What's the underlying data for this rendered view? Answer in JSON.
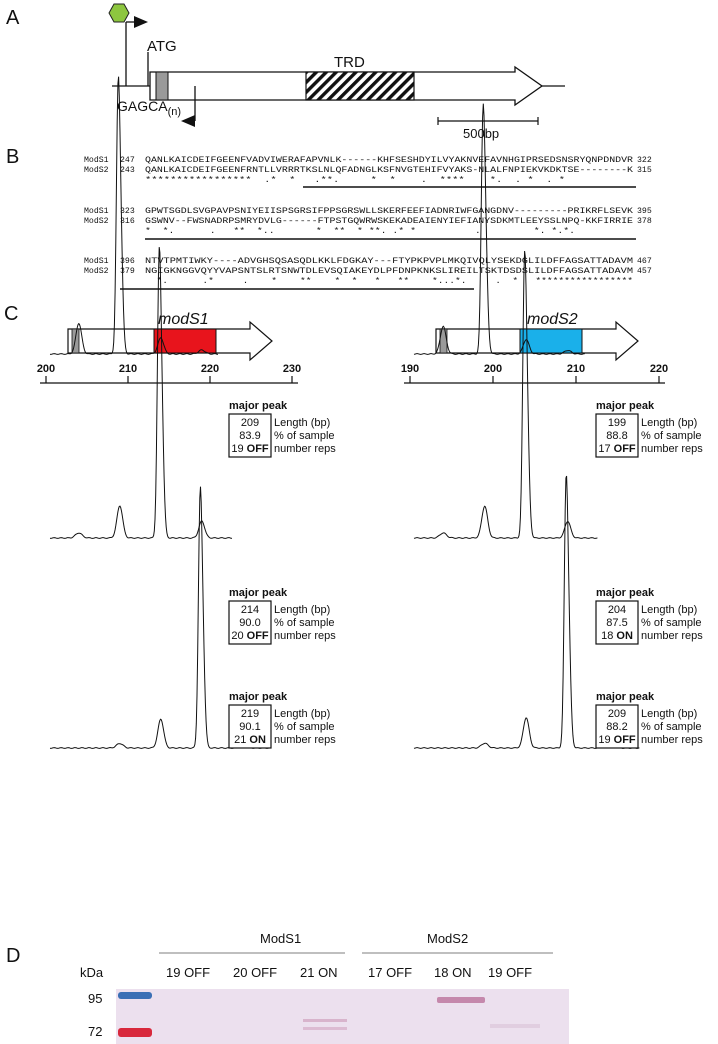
{
  "panels": {
    "A": "A",
    "B": "B",
    "C": "C",
    "D": "D"
  },
  "panelA": {
    "atg": "ATG",
    "gagca": "GAGCA",
    "gagca_sub": "(n)",
    "trd": "TRD",
    "scale": "500bp"
  },
  "panelB": {
    "blocks": [
      {
        "mods1": {
          "name": "ModS1",
          "start": "247",
          "seq": "QANLKAICDEIFGEENFVADVIWERAFAPVNLK------KHFSESHDYILVYAKNVEFAVNHGIPRSEDSNSRYQNPDNDVR",
          "end": "322"
        },
        "mods2": {
          "name": "ModS2",
          "start": "243",
          "seq": "QANLKAICDEIFGEENFRNTLLVRRRTKSLNLQFADNGLKSFNVGTEHIFVYAKS-NLALFNPIEKVKDKTSE--------K",
          "end": "315"
        },
        "cons": "*****************  .*  *   .**.     *  *    .  ****    *.  . *  . *"
      },
      {
        "mods1": {
          "name": "ModS1",
          "start": "323",
          "seq": "GPWTSGDLSVGPAVPSNIYEIISPSGRSIFPPSGRSWLLSKERFEEFIADNRIWFGANGDNV---------PRIKRFLSEVK",
          "end": "395"
        },
        "mods2": {
          "name": "ModS2",
          "start": "316",
          "seq": "GSWNV--FWSNADRPSMRYDVLG------FTPSTGQWRWSKEKADEAIENYIEFIANYSDKMTLEEYSSLNPQ-KKFIRRIE",
          "end": "378"
        },
        "cons": "*  *.      .   **  *..       *  **  * **. .* *          .         *. *.*."
      },
      {
        "mods1": {
          "name": "ModS1",
          "start": "396",
          "seq": "NTVTPMTIWKY----ADVGHSQSASQDLKKLFDGKAY---FTYPKPVPLMKQIVQLYSEKDGLILDFFAGSATTADAVM",
          "end": "467"
        },
        "mods2": {
          "name": "ModS2",
          "start": "379",
          "seq": "NGIGKNGGVQYYVAPSNTSLRTSNWTDLEVSQIAKEYDLPFDNPKNKSLIREILTSKTDSDSLILDFFAGSATTADAVM",
          "end": "457"
        },
        "cons": "  *.      .*     .    *    **    *  *   *   **    *...*.     .  *   *****************"
      }
    ]
  },
  "panelC": {
    "left": {
      "gene": "modS1",
      "axis": {
        "min": 200,
        "max": 230,
        "ticks": [
          "200",
          "210",
          "220",
          "230"
        ]
      },
      "traces": [
        {
          "title": "major peak",
          "length": "209",
          "percent": "83.9",
          "reps": "19",
          "state": "OFF"
        },
        {
          "title": "major peak",
          "length": "214",
          "percent": "90.0",
          "reps": "20",
          "state": "OFF"
        },
        {
          "title": "major peak",
          "length": "219",
          "percent": "90.1",
          "reps": "21",
          "state": "ON"
        }
      ]
    },
    "right": {
      "gene": "modS2",
      "axis": {
        "min": 190,
        "max": 220,
        "ticks": [
          "190",
          "200",
          "210",
          "220"
        ]
      },
      "traces": [
        {
          "title": "major peak",
          "length": "199",
          "percent": "88.8",
          "reps": "17",
          "state": "OFF"
        },
        {
          "title": "major peak",
          "length": "204",
          "percent": "87.5",
          "reps": "18",
          "state": "ON"
        },
        {
          "title": "major peak",
          "length": "209",
          "percent": "88.2",
          "reps": "19",
          "state": "OFF"
        }
      ]
    },
    "labels": {
      "length": "Length (bp)",
      "percent": "% of sample",
      "reps": "number reps"
    }
  },
  "panelD": {
    "group1": "ModS1",
    "group2": "ModS2",
    "kda": "kDa",
    "markers": [
      "95",
      "72"
    ],
    "lanes": [
      "19 OFF",
      "20 OFF",
      "21 ON",
      "17 OFF",
      "18 ON",
      "19 OFF"
    ]
  },
  "colors": {
    "modS1_trd": "#e8141c",
    "modS2_trd": "#1ab0ea",
    "membrane": "#ece0ee",
    "marker_blue": "#3a6fb5",
    "marker_red": "#d8283c"
  }
}
